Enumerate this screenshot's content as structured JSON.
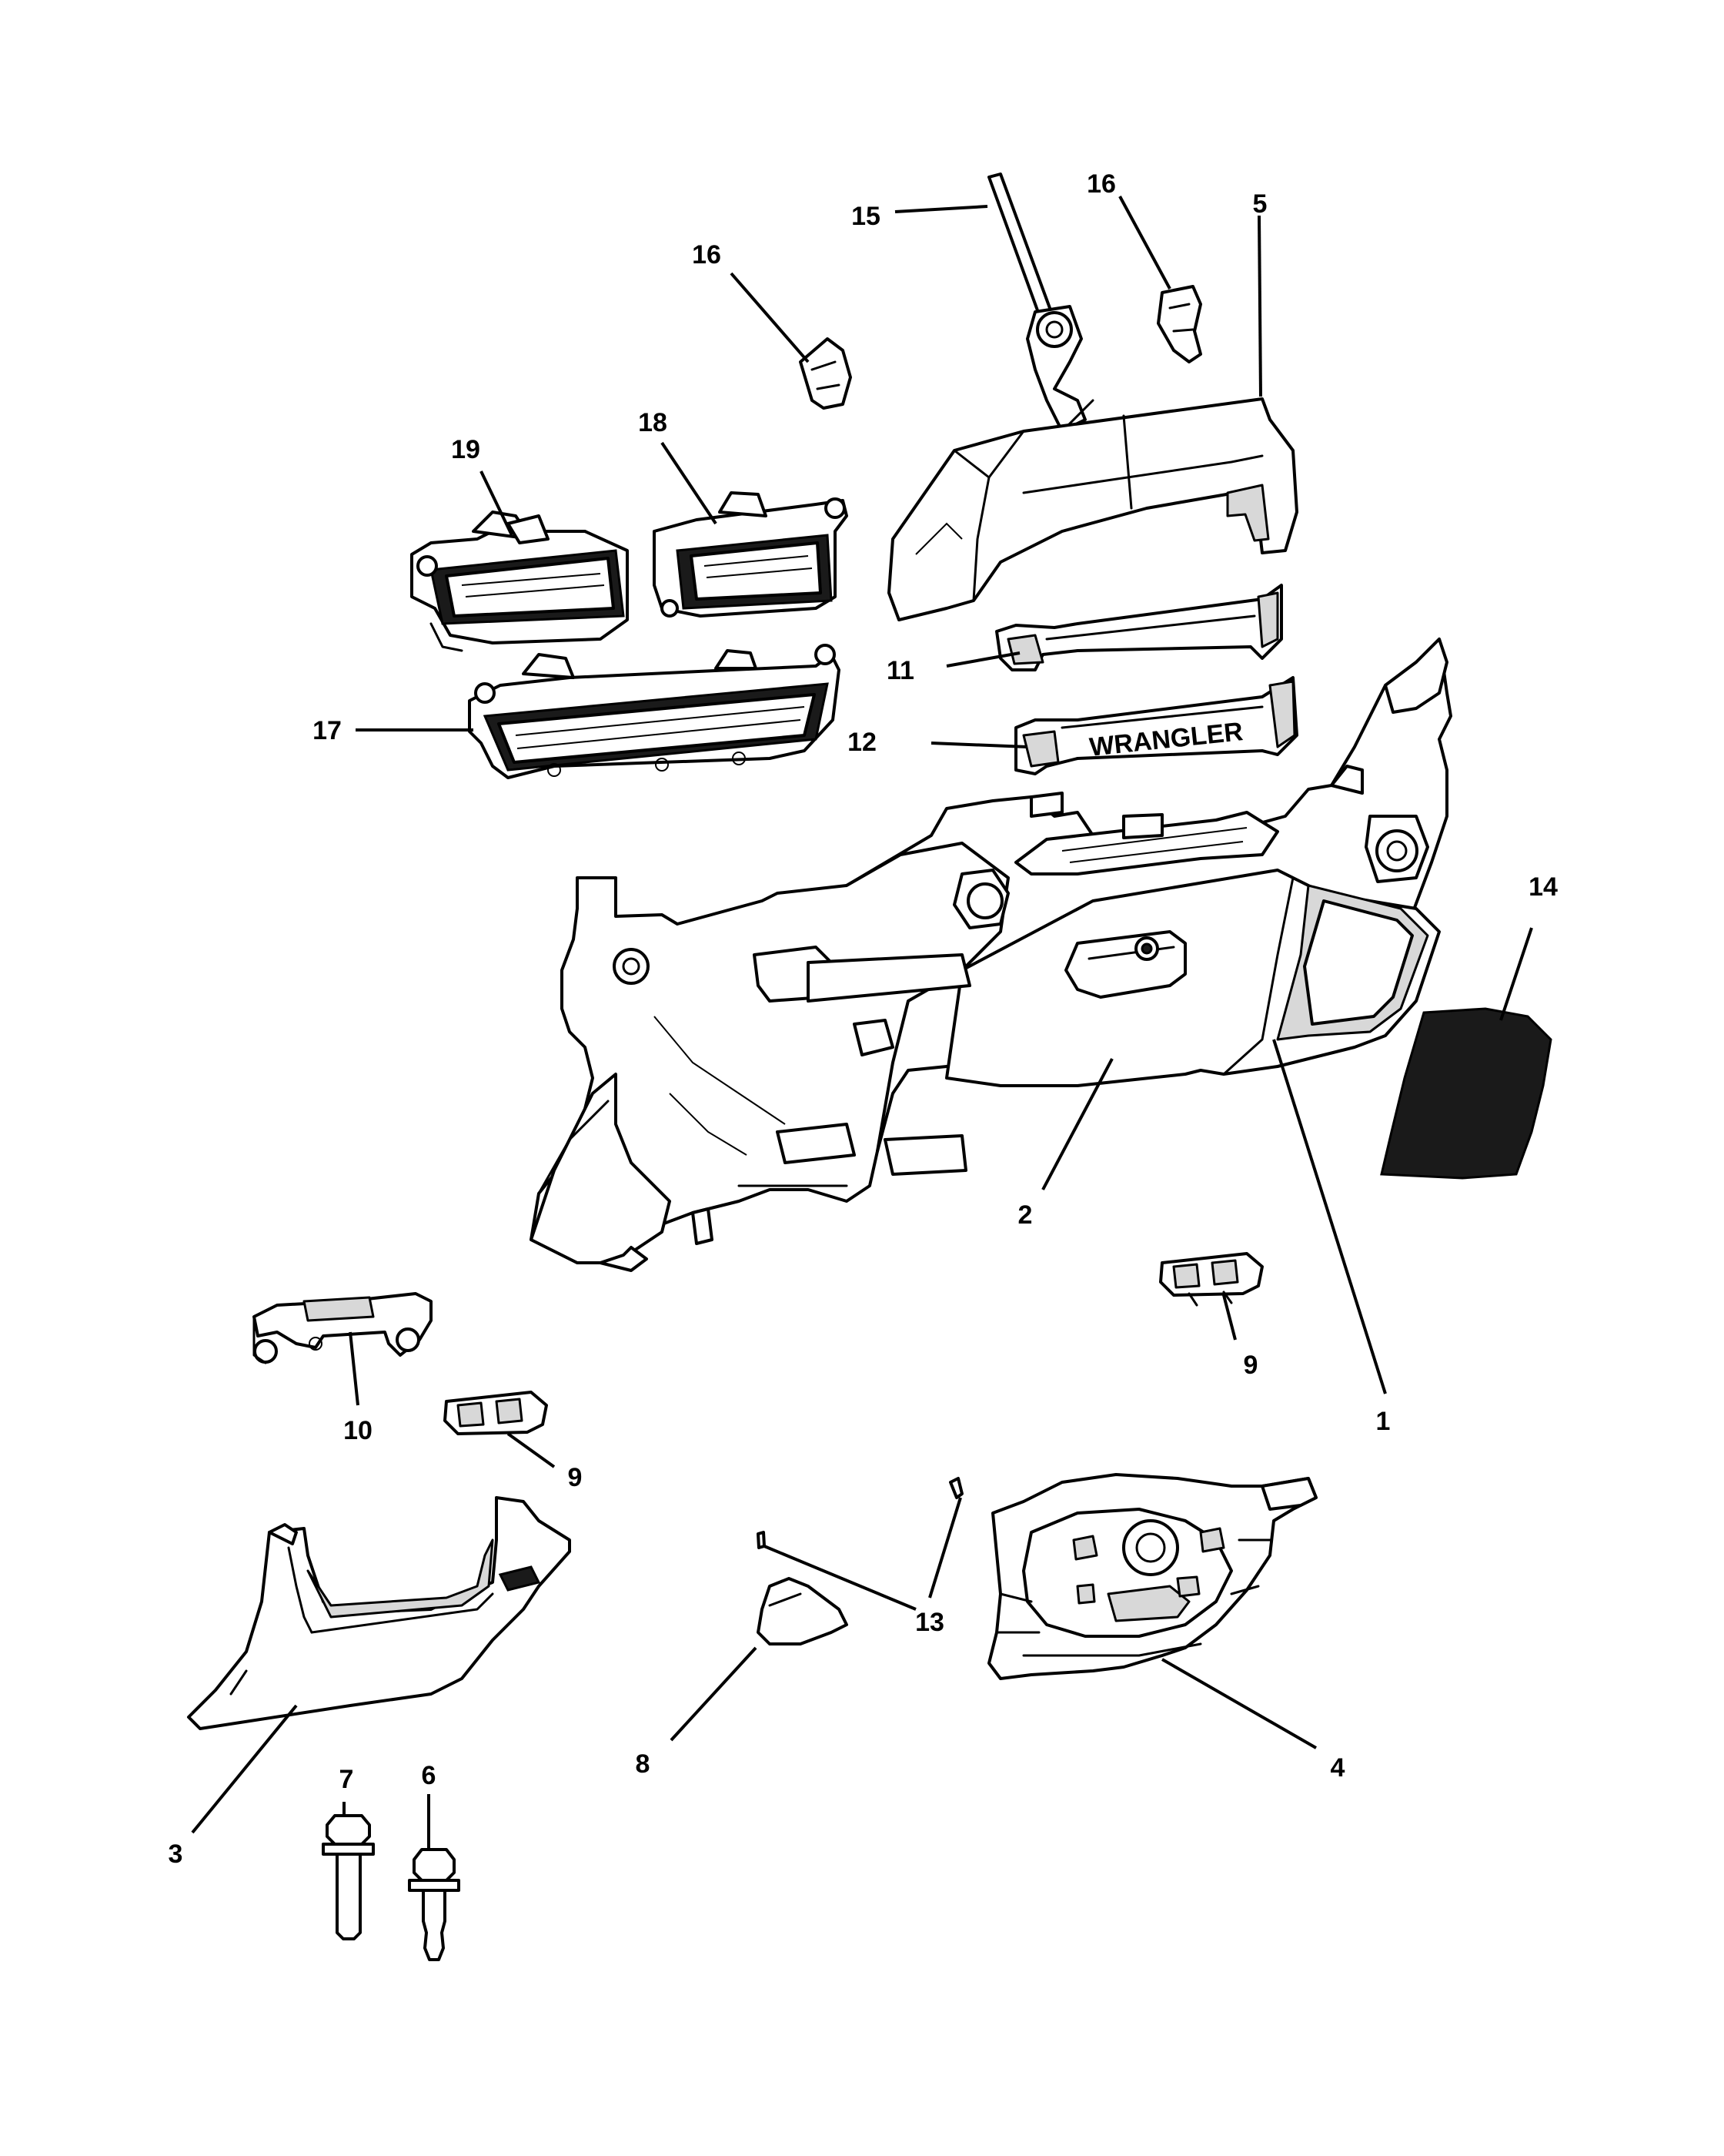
{
  "callouts": {
    "c1": "1",
    "c2": "2",
    "c3": "3",
    "c4": "4",
    "c5": "5",
    "c6": "6",
    "c7": "7",
    "c8": "8",
    "c9a": "9",
    "c9b": "9",
    "c10": "10",
    "c11": "11",
    "c12": "12",
    "c13": "13",
    "c14": "14",
    "c15": "15",
    "c16a": "16",
    "c16b": "16",
    "c17": "17",
    "c18": "18",
    "c19": "19"
  },
  "molded_text": "WRANGLER",
  "colors": {
    "line": "#000000",
    "background": "#ffffff",
    "shade": "#d8d8d8",
    "dark_fill": "#1a1a1a"
  }
}
